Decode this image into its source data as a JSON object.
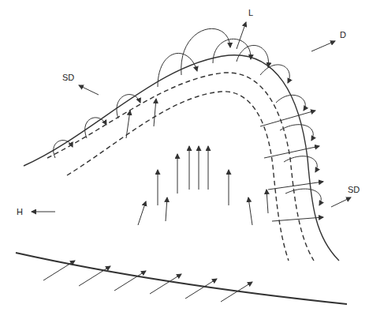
{
  "diagram": {
    "labels": [
      "L",
      "D",
      "SD",
      "SD",
      "H"
    ]
  }
}
